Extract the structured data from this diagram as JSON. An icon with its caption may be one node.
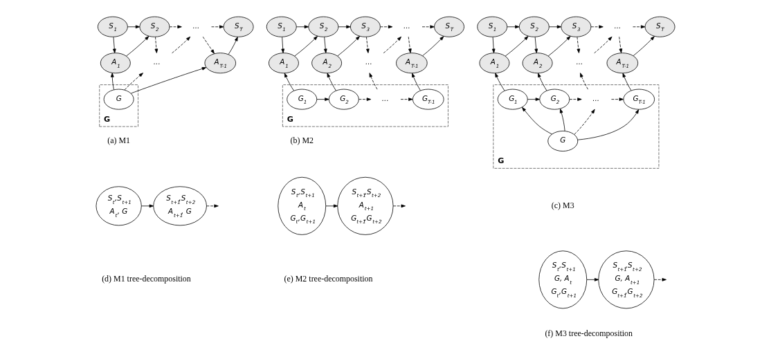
{
  "diagram": {
    "nodes": [
      {
        "text": [
          "S$_{1}$"
        ]
      },
      {
        "text": [
          "S$_{2}$"
        ]
      },
      {
        "text": [
          "..."
        ]
      },
      {
        "text": [
          "S$_{T}$"
        ]
      },
      {
        "text": [
          "A$_{1}$"
        ]
      },
      {
        "text": [
          "..."
        ]
      },
      {
        "text": [
          "A$_{T-1}$"
        ]
      },
      {
        "text": [
          "G"
        ]
      },
      {
        "text": [
          "G"
        ],
        "in": 7
      },
      {
        "text": [
          "S$_{1}$"
        ]
      },
      {
        "text": [
          "S$_{2}$"
        ]
      },
      {
        "text": [
          "S$_{3}$"
        ]
      },
      {
        "text": [
          "..."
        ]
      },
      {
        "text": [
          "S$_{T}$"
        ]
      },
      {
        "text": [
          "A$_{1}$"
        ]
      },
      {
        "text": [
          "A$_{2}$"
        ]
      },
      {
        "text": [
          "..."
        ]
      },
      {
        "text": [
          "A$_{T-1}$"
        ]
      },
      {
        "text": [
          "G"
        ]
      },
      {
        "text": [
          "G$_{1}$"
        ],
        "in": 18
      },
      {
        "text": [
          "G$_{2}$"
        ],
        "in": 18
      },
      {
        "text": [
          "..."
        ],
        "in": 18
      },
      {
        "text": [
          "G$_{T-1}$"
        ],
        "in": 18
      },
      {
        "text": [
          "S$_{1}$"
        ]
      },
      {
        "text": [
          "S$_{2}$"
        ]
      },
      {
        "text": [
          "S$_{3}$"
        ]
      },
      {
        "text": [
          "..."
        ]
      },
      {
        "text": [
          "S$_{T}$"
        ]
      },
      {
        "text": [
          "A$_{1}$"
        ]
      },
      {
        "text": [
          "A$_{2}$"
        ]
      },
      {
        "text": [
          "..."
        ]
      },
      {
        "text": [
          "A$_{T-1}$"
        ]
      },
      {
        "text": [
          "G"
        ]
      },
      {
        "text": [
          "G$_{1}$"
        ],
        "in": 32
      },
      {
        "text": [
          "G$_{2}$"
        ],
        "in": 32
      },
      {
        "text": [
          "..."
        ],
        "in": 32
      },
      {
        "text": [
          "G$_{T-1}$"
        ],
        "in": 32
      },
      {
        "text": [
          "G"
        ],
        "in": 32
      },
      {
        "text": [
          "S$_{t}$,S$_{t+1}$",
          "A$_{t}$, G"
        ]
      },
      {
        "text": [
          "S$_{t+1}$,S$_{t+2}$",
          "A$_{t+1}$, G"
        ]
      },
      {
        "text": [
          "S$_{t}$,S$_{t+1}$",
          "A$_{t}$",
          "G$_{t}$,G$_{t+1}$"
        ]
      },
      {
        "text": [
          "S$_{t+1}$,S$_{t+2}$",
          "A$_{t+1}$",
          "G$_{t+1}$,G$_{t+2}$"
        ]
      },
      {
        "text": [
          "S$_{t}$,S$_{t+1}$",
          "G, A$_{t}$",
          "G$_{t}$,G$_{t+1}$"
        ]
      },
      {
        "text": [
          "S$_{t+1}$,S$_{t+2}$",
          "G, A$_{t+1}$",
          "G$_{t+1}$,G$_{t+2}$"
        ]
      }
    ],
    "edges": [
      {
        "from": 0,
        "to": 1,
        "arrow": "to"
      },
      {
        "from": 1,
        "to": 2,
        "arrow": "to",
        "style": "dashed"
      },
      {
        "from": 2,
        "to": 3,
        "arrow": "to",
        "style": "dashed"
      },
      {
        "from": 0,
        "to": 4,
        "arrow": "to"
      },
      {
        "from": 4,
        "to": 1,
        "arrow": "to"
      },
      {
        "from": 1,
        "to": 5,
        "arrow": "to",
        "style": "dashed"
      },
      {
        "from": 5,
        "to": 2,
        "arrow": "to",
        "style": "dashed"
      },
      {
        "from": 2,
        "to": 6,
        "arrow": "to",
        "style": "dashed"
      },
      {
        "from": 6,
        "to": 3,
        "arrow": "to"
      },
      {
        "from": 8,
        "to": 4,
        "arrow": "to"
      },
      {
        "from": 8,
        "to": 5,
        "arrow": "to",
        "style": "dashed"
      },
      {
        "from": 8,
        "to": 6,
        "arrow": "to"
      },
      {
        "from": 9,
        "to": 10,
        "arrow": "to"
      },
      {
        "from": 10,
        "to": 11,
        "arrow": "to"
      },
      {
        "from": 11,
        "to": 12,
        "arrow": "to",
        "style": "dashed"
      },
      {
        "from": 12,
        "to": 13,
        "arrow": "to",
        "style": "dashed"
      },
      {
        "from": 9,
        "to": 14,
        "arrow": "to"
      },
      {
        "from": 14,
        "to": 10,
        "arrow": "to"
      },
      {
        "from": 10,
        "to": 15,
        "arrow": "to"
      },
      {
        "from": 15,
        "to": 11,
        "arrow": "to"
      },
      {
        "from": 11,
        "to": 16,
        "arrow": "to",
        "style": "dashed"
      },
      {
        "from": 16,
        "to": 12,
        "arrow": "to",
        "style": "dashed"
      },
      {
        "from": 12,
        "to": 17,
        "arrow": "to",
        "style": "dashed"
      },
      {
        "from": 17,
        "to": 13,
        "arrow": "to"
      },
      {
        "from": 19,
        "to": 14,
        "arrow": "to"
      },
      {
        "from": 20,
        "to": 15,
        "arrow": "to"
      },
      {
        "from": 21,
        "to": 16,
        "arrow": "to",
        "style": "dashed"
      },
      {
        "from": 22,
        "to": 17,
        "arrow": "to"
      },
      {
        "from": 19,
        "to": 20,
        "arrow": "to"
      },
      {
        "from": 20,
        "to": 21,
        "arrow": "to",
        "style": "dashed"
      },
      {
        "from": 21,
        "to": 22,
        "arrow": "to",
        "style": "dashed"
      },
      {
        "from": 23,
        "to": 24,
        "arrow": "to"
      },
      {
        "from": 24,
        "to": 25,
        "arrow": "to"
      },
      {
        "from": 25,
        "to": 26,
        "arrow": "to",
        "style": "dashed"
      },
      {
        "from": 26,
        "to": 27,
        "arrow": "to",
        "style": "dashed"
      },
      {
        "from": 23,
        "to": 28,
        "arrow": "to"
      },
      {
        "from": 28,
        "to": 24,
        "arrow": "to"
      },
      {
        "from": 24,
        "to": 29,
        "arrow": "to"
      },
      {
        "from": 29,
        "to": 25,
        "arrow": "to"
      },
      {
        "from": 25,
        "to": 30,
        "arrow": "to",
        "style": "dashed"
      },
      {
        "from": 30,
        "to": 26,
        "arrow": "to",
        "style": "dashed"
      },
      {
        "from": 26,
        "to": 31,
        "arrow": "to",
        "style": "dashed"
      },
      {
        "from": 31,
        "to": 27,
        "arrow": "to"
      },
      {
        "from": 33,
        "to": 28,
        "arrow": "to"
      },
      {
        "from": 34,
        "to": 29,
        "arrow": "to"
      },
      {
        "from": 35,
        "to": 30,
        "arrow": "to",
        "style": "dashed"
      },
      {
        "from": 36,
        "to": 31,
        "arrow": "to"
      },
      {
        "from": 33,
        "to": 34,
        "arrow": "to"
      },
      {
        "from": 34,
        "to": 35,
        "arrow": "to",
        "style": "dashed"
      },
      {
        "from": 35,
        "to": 36,
        "arrow": "to",
        "style": "dashed"
      },
      {
        "from": 37,
        "to": 33,
        "arrow": "to"
      },
      {
        "from": 37,
        "to": 34,
        "arrow": "to"
      },
      {
        "from": 37,
        "to": 35,
        "arrow": "to",
        "style": "dashed"
      },
      {
        "from": 37,
        "to": 36,
        "arrow": "to"
      },
      {
        "from": 38,
        "to": 39,
        "arrow": "to"
      },
      {
        "from": 39,
        "to": null,
        "arrow": "to",
        "style": "dashed"
      },
      {
        "from": 40,
        "to": 41,
        "arrow": "to"
      },
      {
        "from": 41,
        "to": null,
        "arrow": "to",
        "style": "dashed"
      },
      {
        "from": 42,
        "to": 43,
        "arrow": "to"
      },
      {
        "from": 43,
        "to": null,
        "arrow": "to",
        "style": "dashed"
      }
    ],
    "labels": [
      "(a) M1",
      "(b) M2",
      "(c) M3",
      "(d) M1 tree-decomposition",
      "(e) M2 tree-decomposition",
      "(f) M3 tree-decomposition"
    ]
  }
}
